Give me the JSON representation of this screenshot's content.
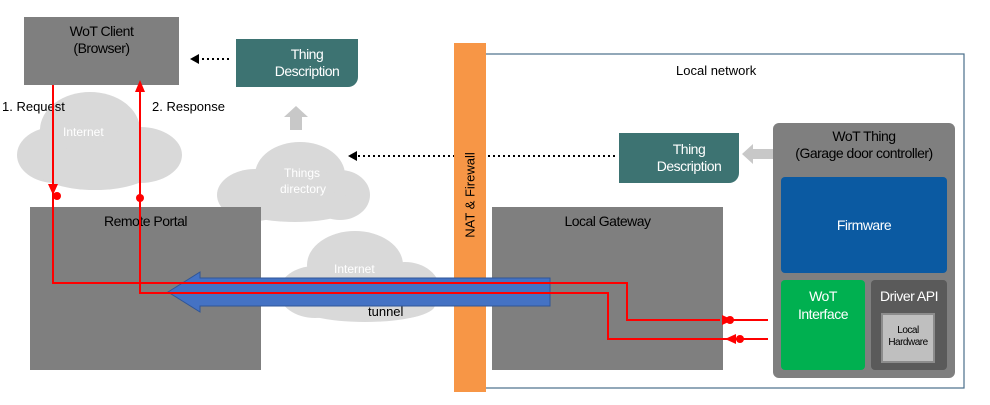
{
  "wot_client": {
    "line1": "WoT Client",
    "line2": "(Browser)"
  },
  "thing_description_top": {
    "line1": "Thing",
    "line2": "Description"
  },
  "thing_description_right": {
    "line1": "Thing",
    "line2": "Description"
  },
  "local_network": "Local network",
  "request_label": "1. Request",
  "response_label": "2. Response",
  "internet_top": "Internet",
  "things_directory": {
    "line1": "Things",
    "line2": "directory"
  },
  "remote_portal": "Remote Portal",
  "internet_bottom": "Internet",
  "tunnel": "tunnel",
  "nat_firewall": "NAT & Firewall",
  "local_gateway": "Local Gateway",
  "wot_thing": {
    "line1": "WoT Thing",
    "line2": "(Garage door controller)"
  },
  "firmware": "Firmware",
  "wot_interface": {
    "line1": "WoT",
    "line2": "Interface"
  },
  "driver_api": "Driver API",
  "local_hardware": {
    "line1": "Local",
    "line2": "Hardware"
  },
  "colors": {
    "box_gray": "#7f7f7f",
    "thing_description": "#3d7372",
    "firewall": "#f79646",
    "firmware": "#0b5aa2",
    "wot_interface": "#00b050",
    "cloud": "#d9d9d9",
    "red_line": "#ff0000",
    "tunnel_fill": "#4472c4",
    "network_border": "#4a6f8a"
  }
}
